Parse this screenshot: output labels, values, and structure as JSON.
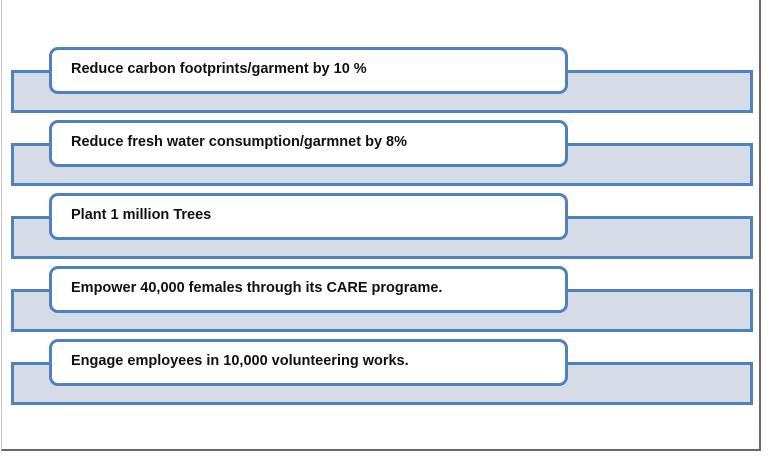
{
  "goals": [
    {
      "label": "Reduce carbon footprints/garment by 10 %"
    },
    {
      "label": "Reduce fresh water consumption/garmnet by 8%"
    },
    {
      "label": "Plant 1 million Trees"
    },
    {
      "label": "Empower 40,000 females through its CARE programe."
    },
    {
      "label": "Engage employees in 10,000 volunteering works."
    }
  ],
  "colors": {
    "border": "#4f81bd",
    "bar_fill": "#d5dce8"
  }
}
